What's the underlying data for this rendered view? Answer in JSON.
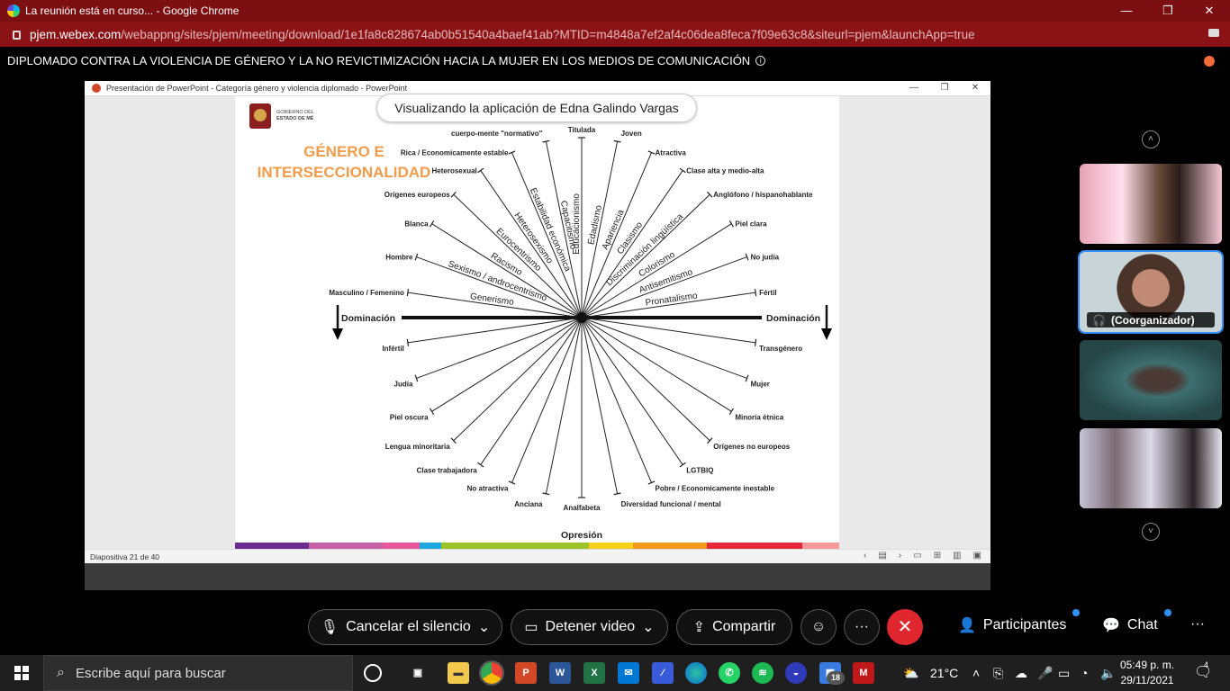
{
  "browser": {
    "tab_title": "La reunión está en curso... - Google Chrome",
    "url_host": "pjem.webex.com",
    "url_path": "/webappng/sites/pjem/meeting/download/1e1fa8c828674ab0b51540a4baef41ab?MTID=m4848a7ef2af4c06dea8feca7f09e63c8&siteurl=pjem&launchApp=true",
    "win_minimize": "—",
    "win_restore": "❐",
    "win_close": "✕"
  },
  "meeting": {
    "title": "DIPLOMADO CONTRA LA VIOLENCIA DE GÉNERO Y LA NO REVICTIMIZACIÓN HACIA LA MUJER EN LOS MEDIOS DE COMUNICACIÓN",
    "viewing_label": "Visualizando la aplicación de Edna Galindo Vargas"
  },
  "powerpoint": {
    "window_title": "Presentación de PowerPoint  -  Categoría género y violencia diplomado - PowerPoint",
    "status": "Diapositiva 21 de 40"
  },
  "slide": {
    "logo_line1": "GOBIERNO DEL",
    "logo_line2": "ESTADO DE MÉ",
    "title_line1": "GÉNERO E",
    "title_line2": "INTERSECCIONALIDAD",
    "left_domination": "Dominación",
    "right_domination": "Dominación",
    "bottom_label": "Opresión",
    "top_spokes": [
      {
        "end": "Masculino / Femenino",
        "axis": "Generismo"
      },
      {
        "end": "Hombre",
        "axis": "Sexismo / androcentrismo"
      },
      {
        "end": "Blanca",
        "axis": "Racismo"
      },
      {
        "end": "Orígenes europeos",
        "axis": "Eurocentrismo"
      },
      {
        "end": "Heterosexual",
        "axis": "Heterosexismo"
      },
      {
        "end": "Rica / Economicamente estable",
        "axis": "Estabilidad económica"
      },
      {
        "end": "cuerpo-mente \"normativo\"",
        "axis": "Capacitismo"
      },
      {
        "end": "Titulada",
        "axis": "Educacionismo"
      },
      {
        "end": "Joven",
        "axis": "Edadismo"
      },
      {
        "end": "Atractiva",
        "axis": "Apariencia"
      },
      {
        "end": "Clase alta y medio-alta",
        "axis": "Clasismo"
      },
      {
        "end": "Anglófono / hispanohablante",
        "axis": "Discriminación lingüística"
      },
      {
        "end": "Piel clara",
        "axis": "Colorismo"
      },
      {
        "end": "No judía",
        "axis": "Antisemitismo"
      },
      {
        "end": "Fértil",
        "axis": "Pronatalismo"
      }
    ],
    "bottom_spokes": [
      "Infértil",
      "Judía",
      "Piel oscura",
      "Lengua minoritaria",
      "Clase trabajadora",
      "No atractiva",
      "Anciana",
      "Analfabeta",
      "Diversidad funcional / mental",
      "Pobre / Economicamente inestable",
      "LGTBIQ",
      "Orígenes no europeos",
      "Minoría étnica",
      "Mujer",
      "Transgénero"
    ]
  },
  "participants": [
    {
      "label": ""
    },
    {
      "label": "(Coorganizador)"
    },
    {
      "label": ""
    },
    {
      "label": ""
    }
  ],
  "controls": {
    "mute": "Cancelar el silencio",
    "video": "Detener video",
    "share": "Compartir",
    "more": "···",
    "leave": "✕",
    "participants": "Participantes",
    "chat": "Chat",
    "overflow": "···"
  },
  "taskbar": {
    "search_placeholder": "Escribe aquí para buscar",
    "temperature": "21°C",
    "time": "05:49 p. m.",
    "date": "29/11/2021",
    "badge": "18",
    "notif_count": "4"
  },
  "colors": {
    "chrome_title": "#7c0f12",
    "slide_title": "#f29b4a",
    "leave": "#e0262f",
    "accent": "#2f8fff"
  }
}
